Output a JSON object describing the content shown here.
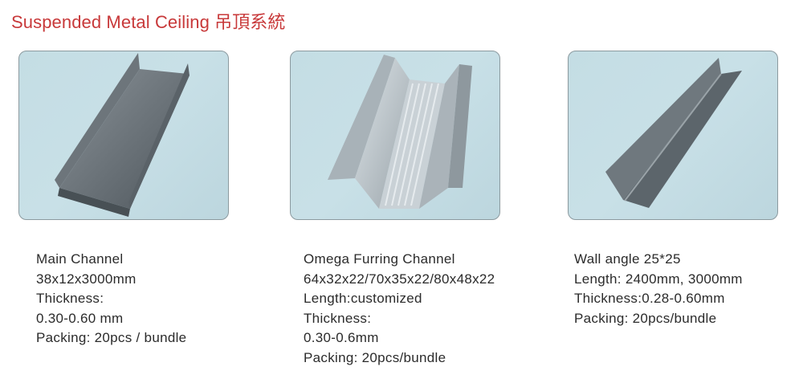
{
  "header": {
    "title": "Suspended Metal Ceiling 吊頂系統",
    "title_color": "#c8393a"
  },
  "products": [
    {
      "image": "main-channel-photo",
      "lines": [
        "Main Channel",
        "38x12x3000mm",
        "Thickness:",
        "0.30-0.60 mm",
        "Packing: 20pcs / bundle"
      ]
    },
    {
      "image": "omega-furring-channel-photo",
      "lines": [
        "Omega Furring Channel",
        "64x32x22/70x35x22/80x48x22",
        "Length:customized",
        "Thickness:",
        "0.30-0.6mm",
        "Packing: 20pcs/bundle"
      ]
    },
    {
      "image": "wall-angle-photo",
      "lines": [
        "Wall angle 25*25",
        "Length: 2400mm, 3000mm",
        "Thickness:0.28-0.60mm",
        "Packing: 20pcs/bundle"
      ]
    }
  ]
}
